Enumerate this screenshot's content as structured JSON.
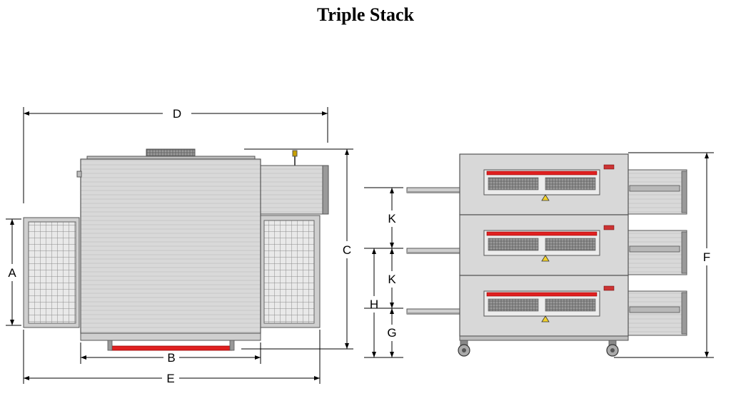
{
  "title": "Triple Stack",
  "colors": {
    "steel": "#d8d8d8",
    "steel_dark": "#a8a8a8",
    "outline": "#555555",
    "heater_red": "#e02020",
    "dim_line": "#000000",
    "screen_grey": "#8c8c8c",
    "warning_yellow": "#f2d12a"
  },
  "dimensions": {
    "front_view": [
      "A",
      "B",
      "C",
      "D",
      "E"
    ],
    "side_view": [
      "F",
      "G",
      "H",
      "K",
      "K"
    ]
  },
  "stack": {
    "oven_count": 3
  }
}
